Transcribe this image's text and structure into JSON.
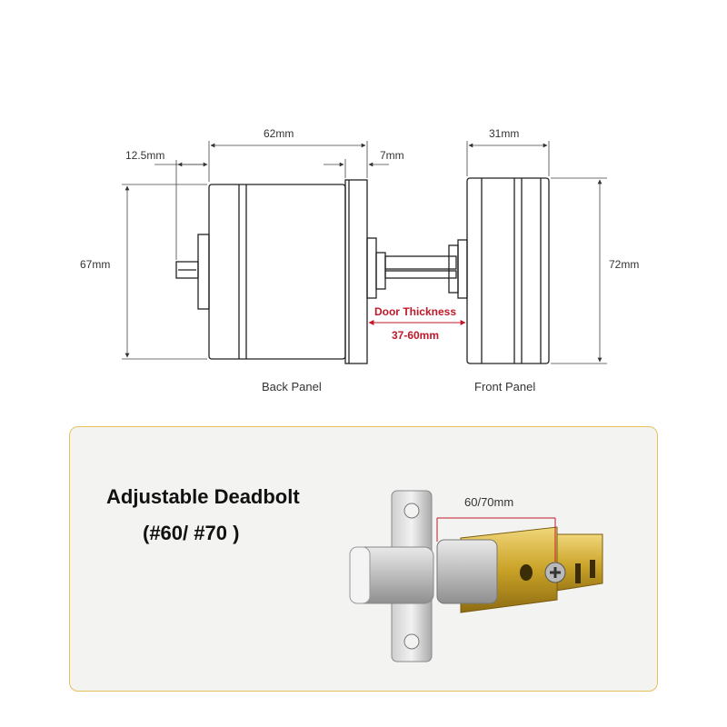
{
  "dimensions": {
    "width_62": "62mm",
    "depth_12_5": "12.5mm",
    "flange_7": "7mm",
    "width_31": "31mm",
    "height_67": "67mm",
    "height_72": "72mm"
  },
  "door": {
    "label": "Door Thickness",
    "range": "37-60mm"
  },
  "panels": {
    "back": "Back Panel",
    "front": "Front Panel"
  },
  "deadbolt": {
    "title": "Adjustable Deadbolt",
    "subtitle": "(#60/ #70 )",
    "backset": "60/70mm"
  },
  "colors": {
    "accent_red": "#c0182a",
    "card_border": "#e6c25a",
    "brass": "#c9a227"
  }
}
